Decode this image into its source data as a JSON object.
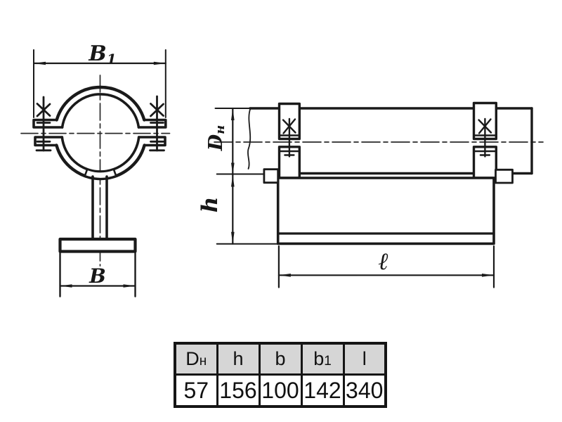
{
  "colors": {
    "ink": "#1a1a1a",
    "table_header_bg": "#d6d6d6",
    "background": "#ffffff"
  },
  "drawing": {
    "front_view": {
      "width_top_label_main": "B",
      "width_top_label_sub": "1",
      "base_width_label": "B"
    },
    "side_view": {
      "diameter_label_main": "D",
      "diameter_label_sub": "н",
      "height_label": "h",
      "length_label": "ℓ"
    }
  },
  "table": {
    "headers": [
      {
        "main": "D",
        "sub": "н"
      },
      {
        "main": "h",
        "sub": ""
      },
      {
        "main": "b",
        "sub": ""
      },
      {
        "main": "b",
        "sub": "1"
      },
      {
        "main": "l",
        "sub": ""
      }
    ],
    "values": [
      "57",
      "156",
      "100",
      "142",
      "340"
    ]
  }
}
